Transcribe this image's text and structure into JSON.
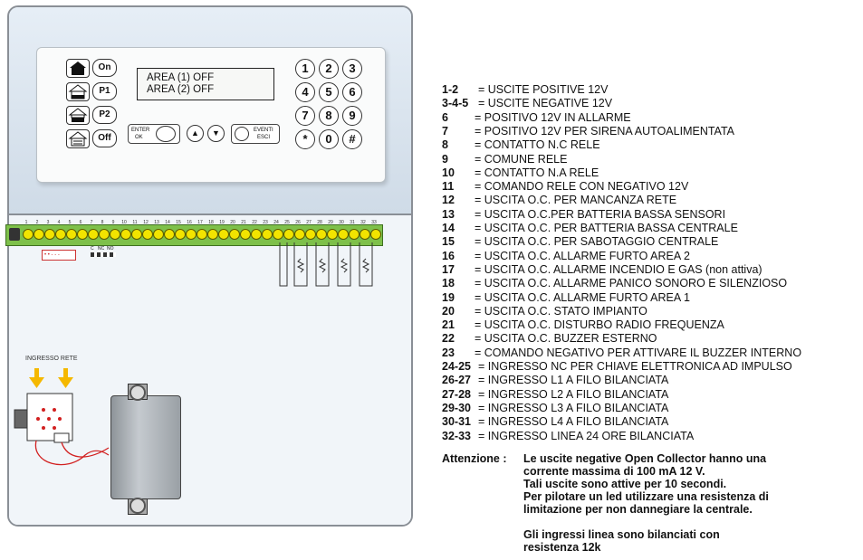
{
  "keypad": {
    "lcd_line1": "AREA (1) OFF",
    "lcd_line2": "AREA (2) OFF",
    "area_keys": [
      "On",
      "P1",
      "P2",
      "Off"
    ],
    "enter_label": "ENTER",
    "ok_label": "OK",
    "eventi_label": "EVENTI",
    "esci_label": "ESCI",
    "numeric_keys": [
      "1",
      "2",
      "3",
      "4",
      "5",
      "6",
      "7",
      "8",
      "9",
      "*",
      "0",
      "#"
    ]
  },
  "board": {
    "terminal_numbers": [
      "1",
      "2",
      "3",
      "4",
      "5",
      "6",
      "7",
      "8",
      "9",
      "10",
      "11",
      "12",
      "13",
      "14",
      "15",
      "16",
      "17",
      "18",
      "19",
      "20",
      "21",
      "22",
      "23",
      "24",
      "25",
      "26",
      "27",
      "28",
      "29",
      "30",
      "31",
      "32",
      "33"
    ],
    "relay_labels": [
      "C",
      "NC",
      "NO"
    ],
    "mains_label": "INGRESSO RETE"
  },
  "legend": [
    {
      "num": "1-2",
      "text": "= USCITE POSITIVE 12V"
    },
    {
      "num": "3-4-5",
      "text": "= USCITE NEGATIVE 12V"
    },
    {
      "num": "6",
      "text": "= POSITIVO 12V IN ALLARME"
    },
    {
      "num": "7",
      "text": "= POSITIVO 12V PER SIRENA AUTOALIMENTATA"
    },
    {
      "num": "8",
      "text": "= CONTATTO N.C RELE"
    },
    {
      "num": "9",
      "text": "= COMUNE RELE"
    },
    {
      "num": "10",
      "text": "= CONTATTO N.A RELE"
    },
    {
      "num": "11",
      "text": "= COMANDO RELE CON NEGATIVO 12V"
    },
    {
      "num": "12",
      "text": "= USCITA O.C. PER MANCANZA RETE"
    },
    {
      "num": "13",
      "text": "= USCITA O.C.PER BATTERIA BASSA SENSORI"
    },
    {
      "num": "14",
      "text": "= USCITA O.C. PER BATTERIA BASSA CENTRALE"
    },
    {
      "num": "15",
      "text": "= USCITA O.C. PER SABOTAGGIO CENTRALE"
    },
    {
      "num": "16",
      "text": "= USCITA O.C. ALLARME FURTO AREA 2"
    },
    {
      "num": "17",
      "text": "= USCITA O.C. ALLARME INCENDIO E GAS (non attiva)"
    },
    {
      "num": "18",
      "text": "= USCITA O.C. ALLARME PANICO SONORO E SILENZIOSO"
    },
    {
      "num": "19",
      "text": "= USCITA O.C. ALLARME FURTO AREA 1"
    },
    {
      "num": "20",
      "text": "= USCITA O.C. STATO IMPIANTO"
    },
    {
      "num": "21",
      "text": "= USCITA O.C. DISTURBO RADIO FREQUENZA"
    },
    {
      "num": "22",
      "text": "= USCITA O.C. BUZZER ESTERNO"
    },
    {
      "num": "23",
      "text": "= COMANDO NEGATIVO PER ATTIVARE IL BUZZER INTERNO"
    },
    {
      "num": "24-25",
      "text": "= INGRESSO NC PER CHIAVE ELETTRONICA AD IMPULSO"
    },
    {
      "num": "26-27",
      "text": "= INGRESSO L1 A FILO BILANCIATA"
    },
    {
      "num": "27-28",
      "text": "= INGRESSO L2 A FILO BILANCIATA"
    },
    {
      "num": "29-30",
      "text": "= INGRESSO L3 A FILO BILANCIATA"
    },
    {
      "num": "30-31",
      "text": "= INGRESSO L4 A FILO BILANCIATA"
    },
    {
      "num": "32-33",
      "text": "= INGRESSO LINEA 24 ORE BILANCIATA"
    }
  ],
  "notes": {
    "attention_label": "Attenzione :",
    "lines": [
      "Le uscite negative Open Collector hanno una",
      "corrente massima di 100 mA 12 V.",
      "Tali uscite sono attive per 10 secondi.",
      "Per pilotare un led utilizzare una resistenza di",
      "limitazione per non dannegiare la centrale."
    ],
    "balanced_lines": [
      "Gli ingressi linea sono bilanciati con",
      "resistenza 12k"
    ]
  },
  "colors": {
    "terminal_strip": "#7ec04a",
    "screw": "#f2e400",
    "arrow": "#f5b800",
    "wire": "#d22020"
  }
}
